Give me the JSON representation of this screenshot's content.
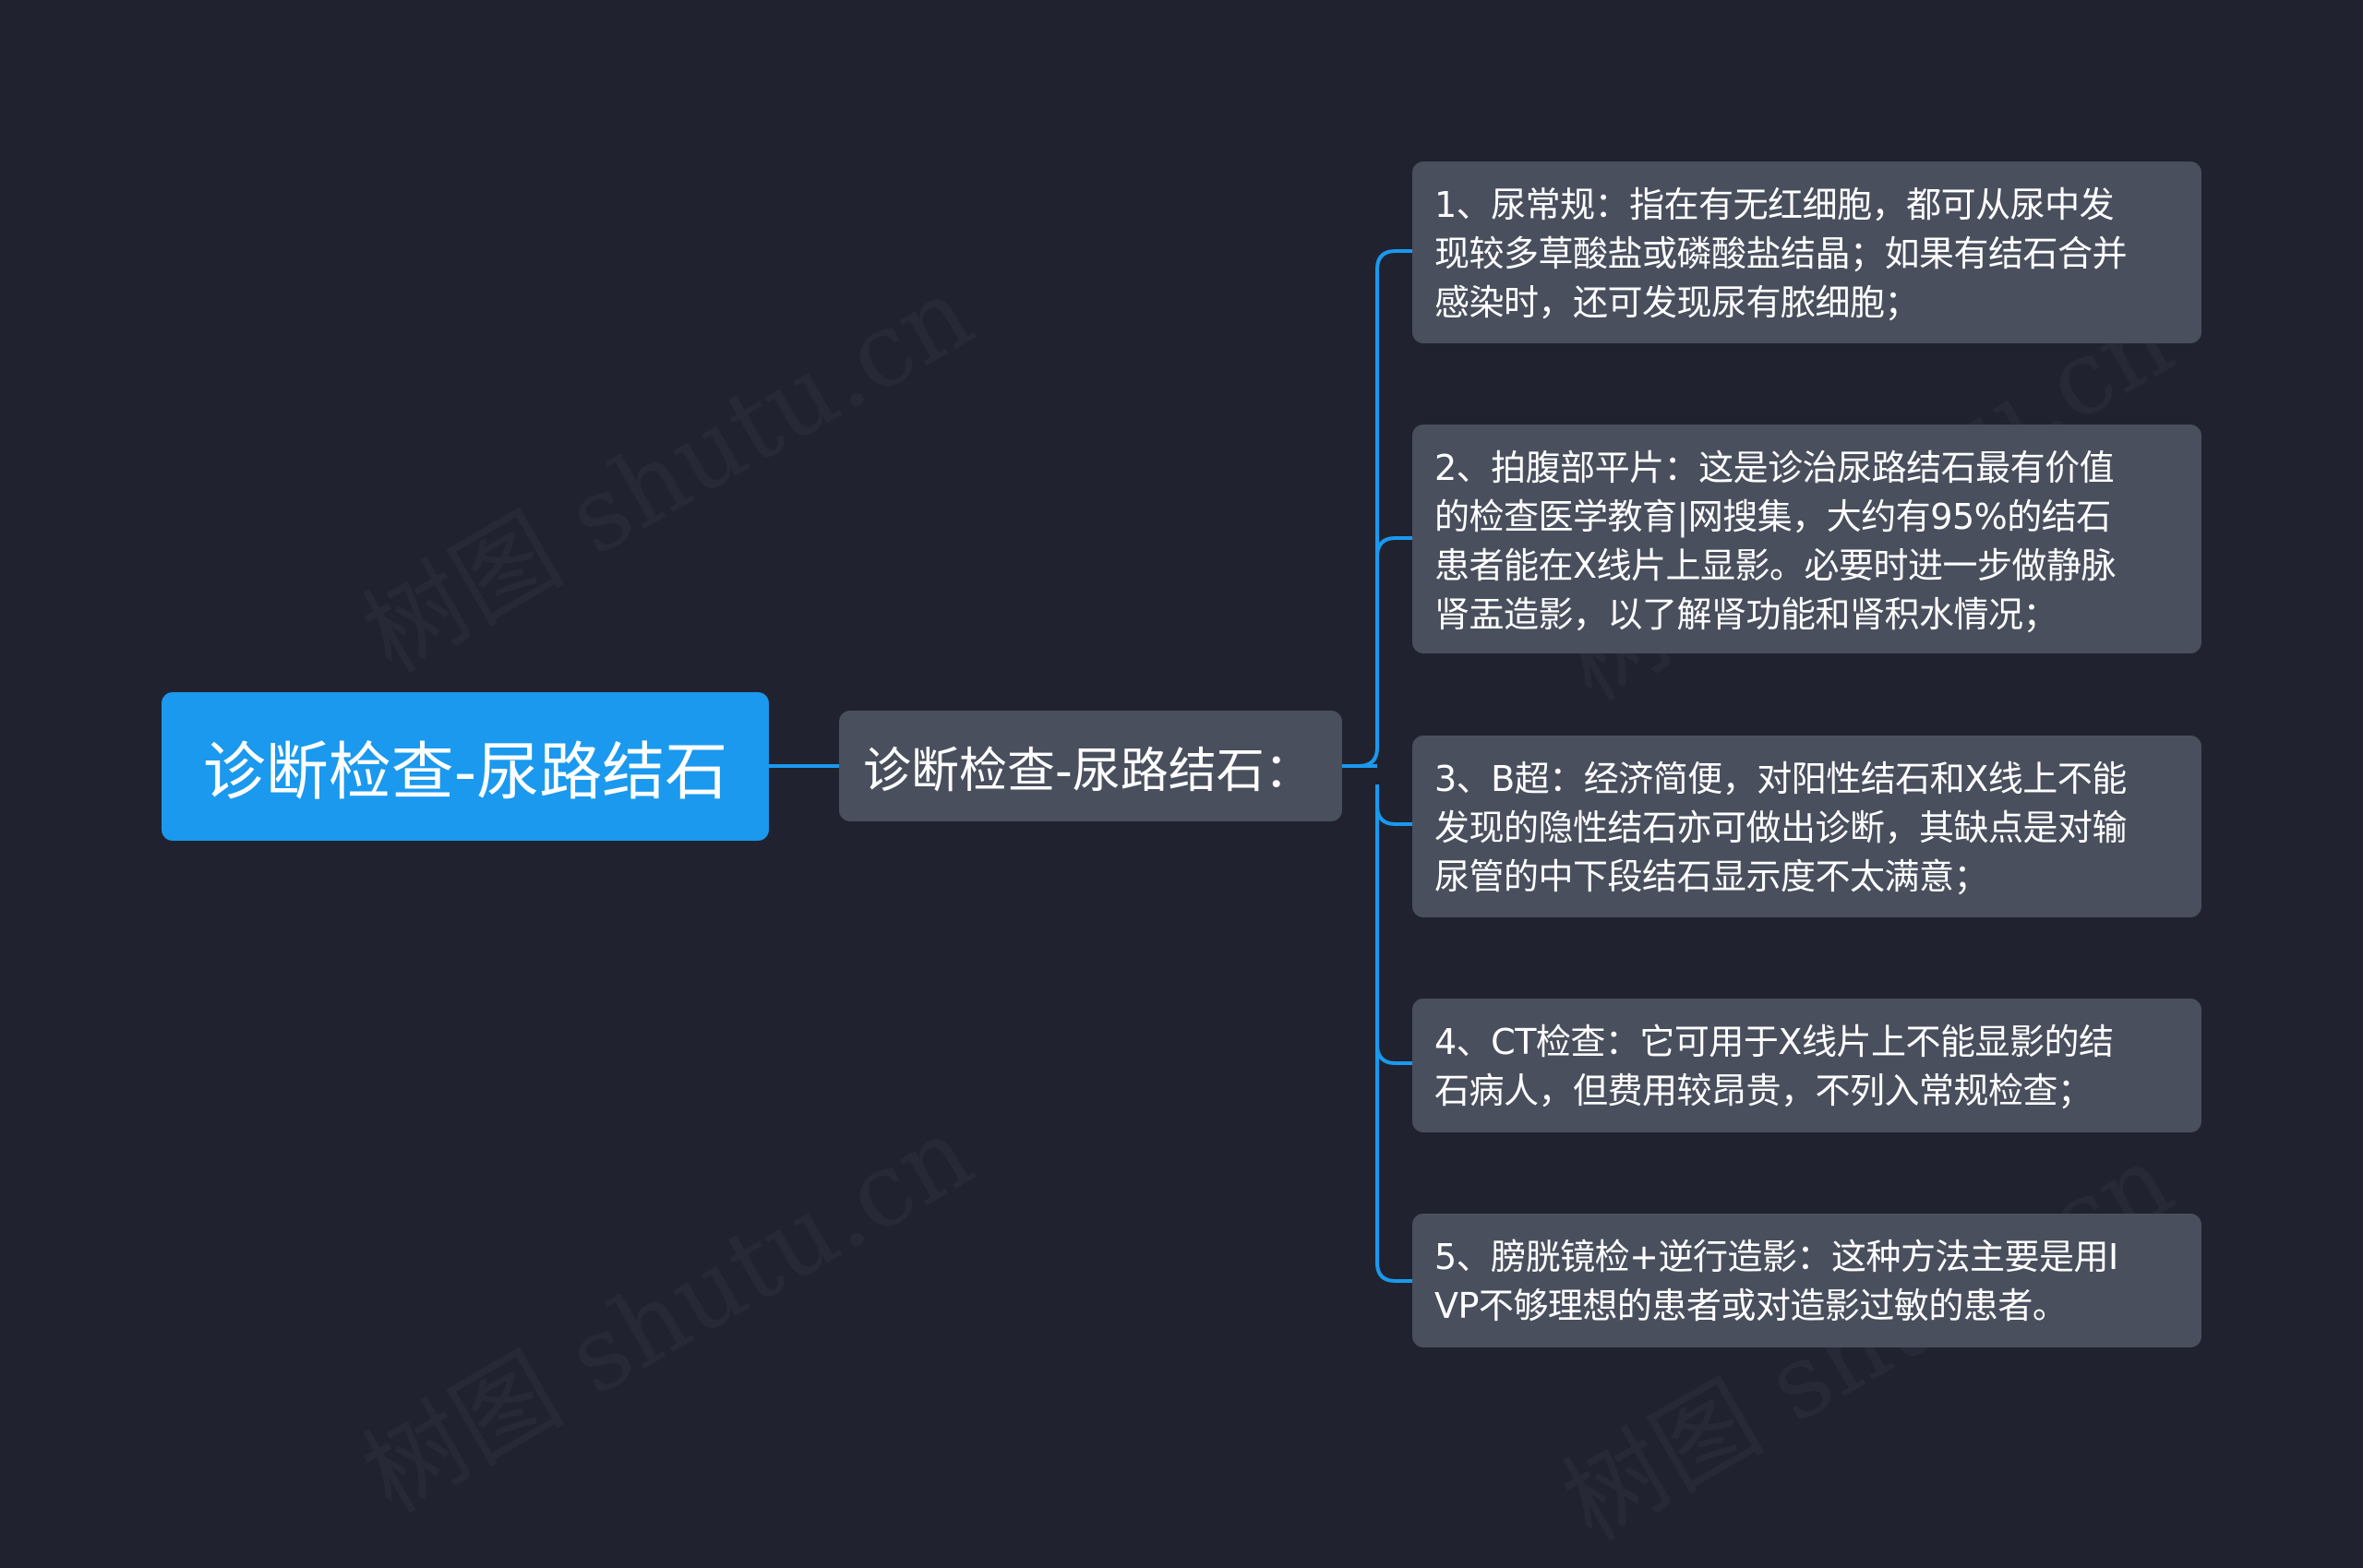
{
  "root": {
    "label": "诊断检查-尿路结石"
  },
  "mid": {
    "label": "诊断检查-尿路结石："
  },
  "leaves": [
    {
      "lines": [
        "1、尿常规：指在有无红细胞，都可从尿中发",
        "现较多草酸盐或磷酸盐结晶；如果有结石合并",
        "感染时，还可发现尿有脓细胞；"
      ]
    },
    {
      "lines": [
        "2、拍腹部平片：这是诊治尿路结石最有价值",
        "的检查医学教育|网搜集，大约有95%的结石",
        "患者能在X线片上显影。必要时进一步做静脉",
        "肾盂造影，以了解肾功能和肾积水情况；"
      ]
    },
    {
      "lines": [
        "3、B超：经济简便，对阳性结石和X线上不能",
        "发现的隐性结石亦可做出诊断，其缺点是对输",
        "尿管的中下段结石显示度不太满意；"
      ]
    },
    {
      "lines": [
        "4、CT检查：它可用于X线片上不能显影的结",
        "石病人，但费用较昂贵，不列入常规检查；"
      ]
    },
    {
      "lines": [
        "5、膀胱镜检+逆行造影：这种方法主要是用I",
        "VP不够理想的患者或对造影过敏的患者。"
      ]
    }
  ],
  "watermark": "树图 shutu.cn",
  "colors": {
    "background": "#20232f",
    "root": "#1a99ee",
    "node": "#4a4f5e",
    "line": "#1a99ee"
  }
}
